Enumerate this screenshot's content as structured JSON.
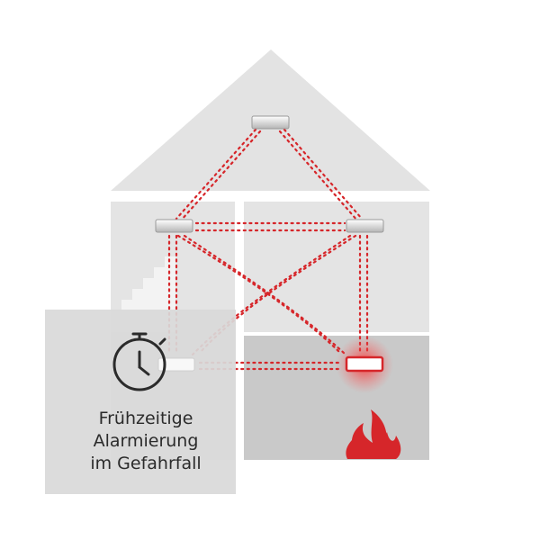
{
  "caption": {
    "line1": "Frühzeitige",
    "line2": "Alarmierung",
    "line3": "im Gefahrfall"
  },
  "colors": {
    "house": "#e4e4e4",
    "roof": "#e3e3e3",
    "room_alarm": "#c9c9c9",
    "panel": "#d9d9d9",
    "signal": "#d6262a",
    "detector": "#bcbcbc",
    "detector_alarm": "#d6262a",
    "flame": "#d6262a",
    "icon": "#2b2b2b"
  },
  "icons": {
    "stopwatch": "stopwatch-icon",
    "fire": "fire-icon",
    "detector": "smoke-detector-icon"
  }
}
